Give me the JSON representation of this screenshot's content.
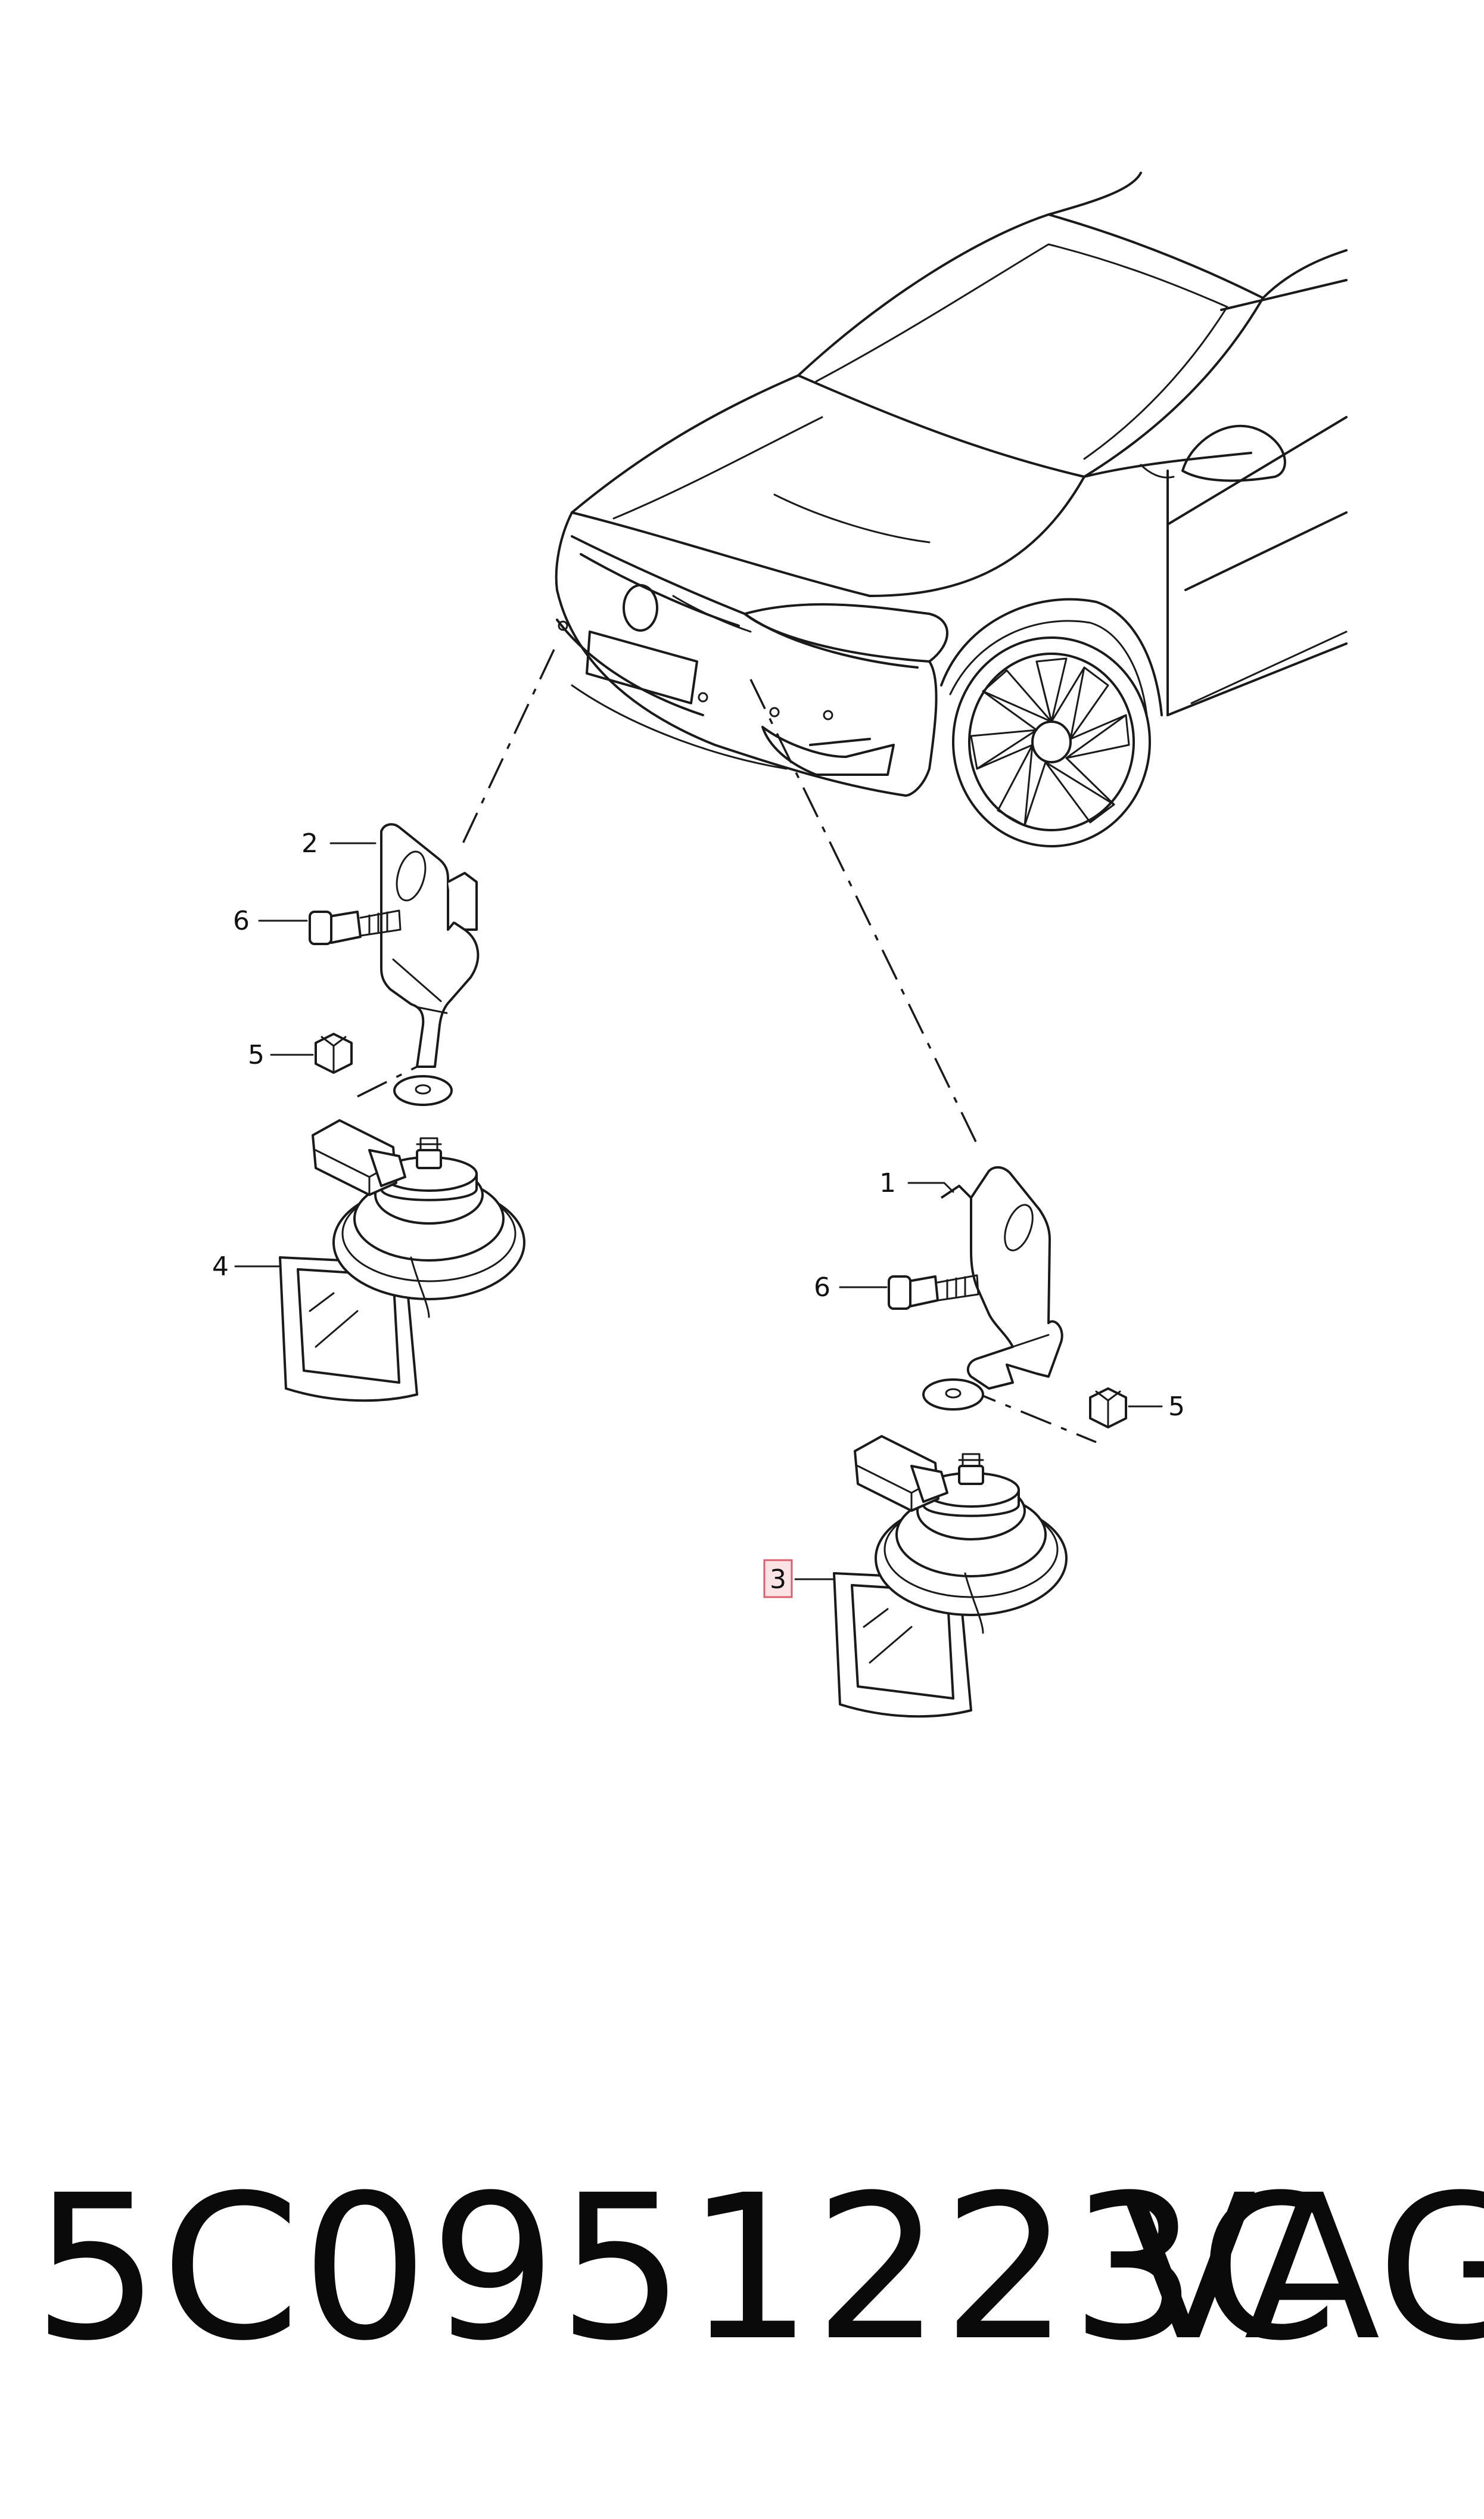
{
  "callouts": [
    {
      "id": "c1",
      "label": "1"
    },
    {
      "id": "c2",
      "label": "2"
    },
    {
      "id": "c3",
      "label": "3",
      "highlighted": true
    },
    {
      "id": "c4",
      "label": "4"
    },
    {
      "id": "c5a",
      "label": "5"
    },
    {
      "id": "c5b",
      "label": "5"
    },
    {
      "id": "c6a",
      "label": "6"
    },
    {
      "id": "c6b",
      "label": "6"
    }
  ],
  "footer": {
    "part_number": "5C0951223C",
    "brand": "VAG"
  },
  "colors": {
    "highlight_fill": "#fbe3e5",
    "highlight_stroke": "#d9606e",
    "line": "#1a1a1a"
  }
}
